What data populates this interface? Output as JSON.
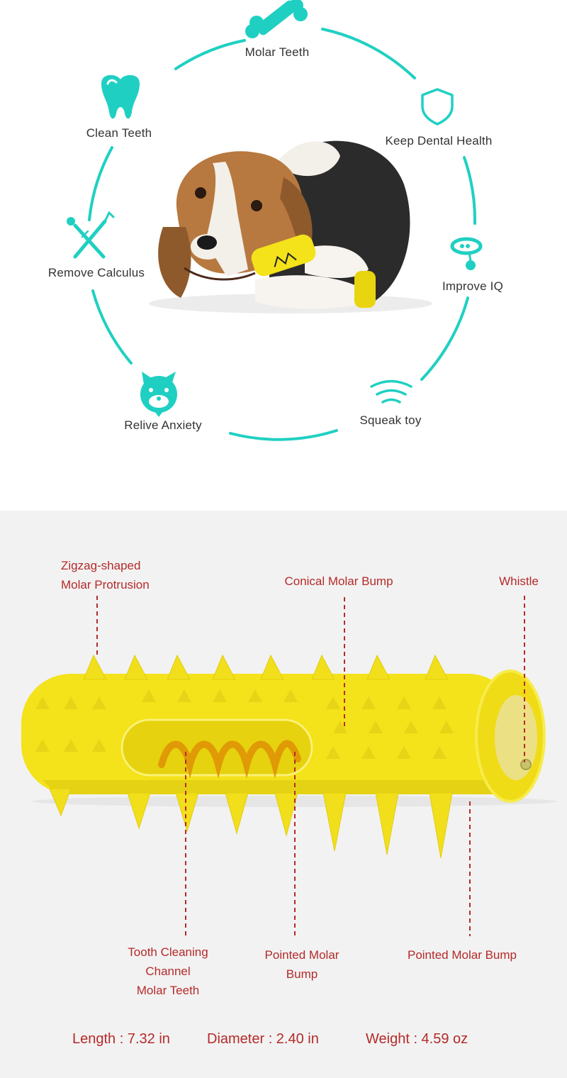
{
  "features": {
    "molar_teeth": "Molar Teeth",
    "keep_dental_health": "Keep Dental Health",
    "clean_teeth": "Clean Teeth",
    "improve_iq": "Improve IQ",
    "remove_calculus": "Remove Calculus",
    "relive_anxiety": "Relive Anxiety",
    "squeak_toy": "Squeak toy"
  },
  "icons": {
    "molar_teeth": "bone-icon",
    "keep_dental_health": "shield-icon",
    "clean_teeth": "tooth-icon",
    "improve_iq": "collar-icon",
    "remove_calculus": "dental-tools-icon",
    "relive_anxiety": "dog-face-icon",
    "squeak_toy": "sound-waves-icon"
  },
  "callouts": {
    "zigzag_line1": "Zigzag-shaped",
    "zigzag_line2": "Molar Protrusion",
    "conical": "Conical Molar Bump",
    "whistle": "Whistle",
    "tooth_cleaning_line1": "Tooth Cleaning",
    "tooth_cleaning_line2": "Channel",
    "tooth_cleaning_line3": "Molar Teeth",
    "pointed_center_line1": "Pointed Molar",
    "pointed_center_line2": "Bump",
    "pointed_right": "Pointed Molar Bump"
  },
  "specs": {
    "length": "Length : 7.32 in",
    "diameter": "Diameter : 2.40 in",
    "weight": "Weight : 4.59 oz"
  },
  "colors": {
    "accent_teal": "#1fd0c2",
    "callout_red": "#b52a2a",
    "toy_yellow": "#f4e21a",
    "panel_gray": "#f2f2f2"
  }
}
